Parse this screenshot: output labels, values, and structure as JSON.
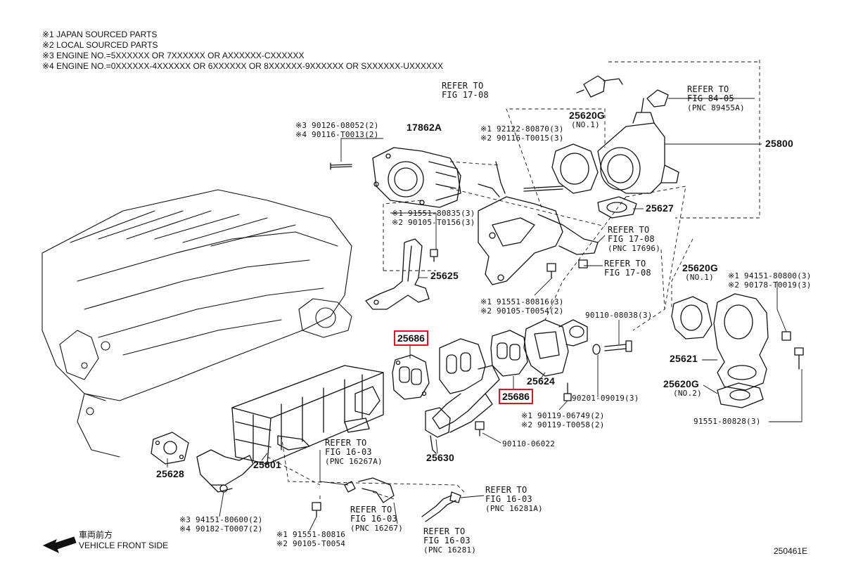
{
  "notes": [
    "※1 JAPAN SOURCED PARTS",
    "※2 LOCAL SOURCED PARTS",
    "※3 ENGINE NO.=5XXXXXX OR 7XXXXXX OR AXXXXXX-CXXXXXX",
    "※4 ENGINE NO.=0XXXXXX-4XXXXXX OR 6XXXXXX OR 8XXXXXX-9XXXXXX OR SXXXXXX-UXXXXXX"
  ],
  "labels": {
    "refer_1708_a": [
      "REFER TO",
      "FIG 17-08"
    ],
    "refer_8405": [
      "REFER TO",
      "FIG 84-05",
      "(PNC 89455A)"
    ],
    "p25620g_top": [
      "25620G",
      "(NO.1)"
    ],
    "bolt_92122": [
      "※1 92122-80870(3)",
      "※2 90116-T0015(3)"
    ],
    "p17862a": "17862A",
    "bolt_90126": [
      "※3 90126-08052(2)",
      "※4 90116-T0013(2)"
    ],
    "p25800": "25800",
    "p25627": "25627",
    "bolt_91551_80835": [
      "※1 91551-80835(3)",
      "※2 90105-T0156(3)"
    ],
    "refer_1708_b": [
      "REFER TO",
      "FIG 17-08",
      "(PNC 17696)"
    ],
    "refer_1708_c": [
      "REFER TO",
      "FIG 17-08"
    ],
    "p25625": "25625",
    "bolt_91551_80816_3": [
      "※1 91551-80816(3)",
      "※2 90105-T0054(2)"
    ],
    "p25620g_r1": [
      "25620G",
      "(NO.1)"
    ],
    "bolt_94151_80800": [
      "※1 94151-80800(3)",
      "※2 90178-T0019(3)"
    ],
    "bolt_90110_08038": "90110-08038(3)",
    "p25686_a": "25686",
    "p25686_b": "25686",
    "p25624": "25624",
    "washer_90201": "90201-09019(3)",
    "p25621": "25621",
    "p25620g_r2": [
      "25620G",
      "(NO.2)"
    ],
    "bolt_90119": [
      "※1 90119-06749(2)",
      "※2 90119-T0058(2)"
    ],
    "bolt_91551_80828": "91551-80828(3)",
    "bolt_90110_06022": "90110-06022",
    "p25628": "25628",
    "p25601": "25601",
    "p25630": "25630",
    "refer_1603_a": [
      "REFER TO",
      "FIG 16-03",
      "(PNC 16267A)"
    ],
    "refer_1603_b": [
      "REFER TO",
      "FIG 16-03",
      "(PNC 16281A)"
    ],
    "refer_1603_c": [
      "REFER TO",
      "FIG 16-03",
      "(PNC 16267)"
    ],
    "refer_1603_d": [
      "REFER TO",
      "FIG 16-03",
      "(PNC 16281)"
    ],
    "bolt_94151_80600": [
      "※3 94151-80600(2)",
      "※4 90182-T0007(2)"
    ],
    "bolt_91551_80816": [
      "※1 91551-80816",
      "※2 90105-T0054"
    ]
  },
  "front": [
    "車両前方",
    "VEHICLE FRONT SIDE"
  ],
  "figure_id": "250461E",
  "colors": {
    "highlight": "#e0141e",
    "ink": "#111111"
  }
}
